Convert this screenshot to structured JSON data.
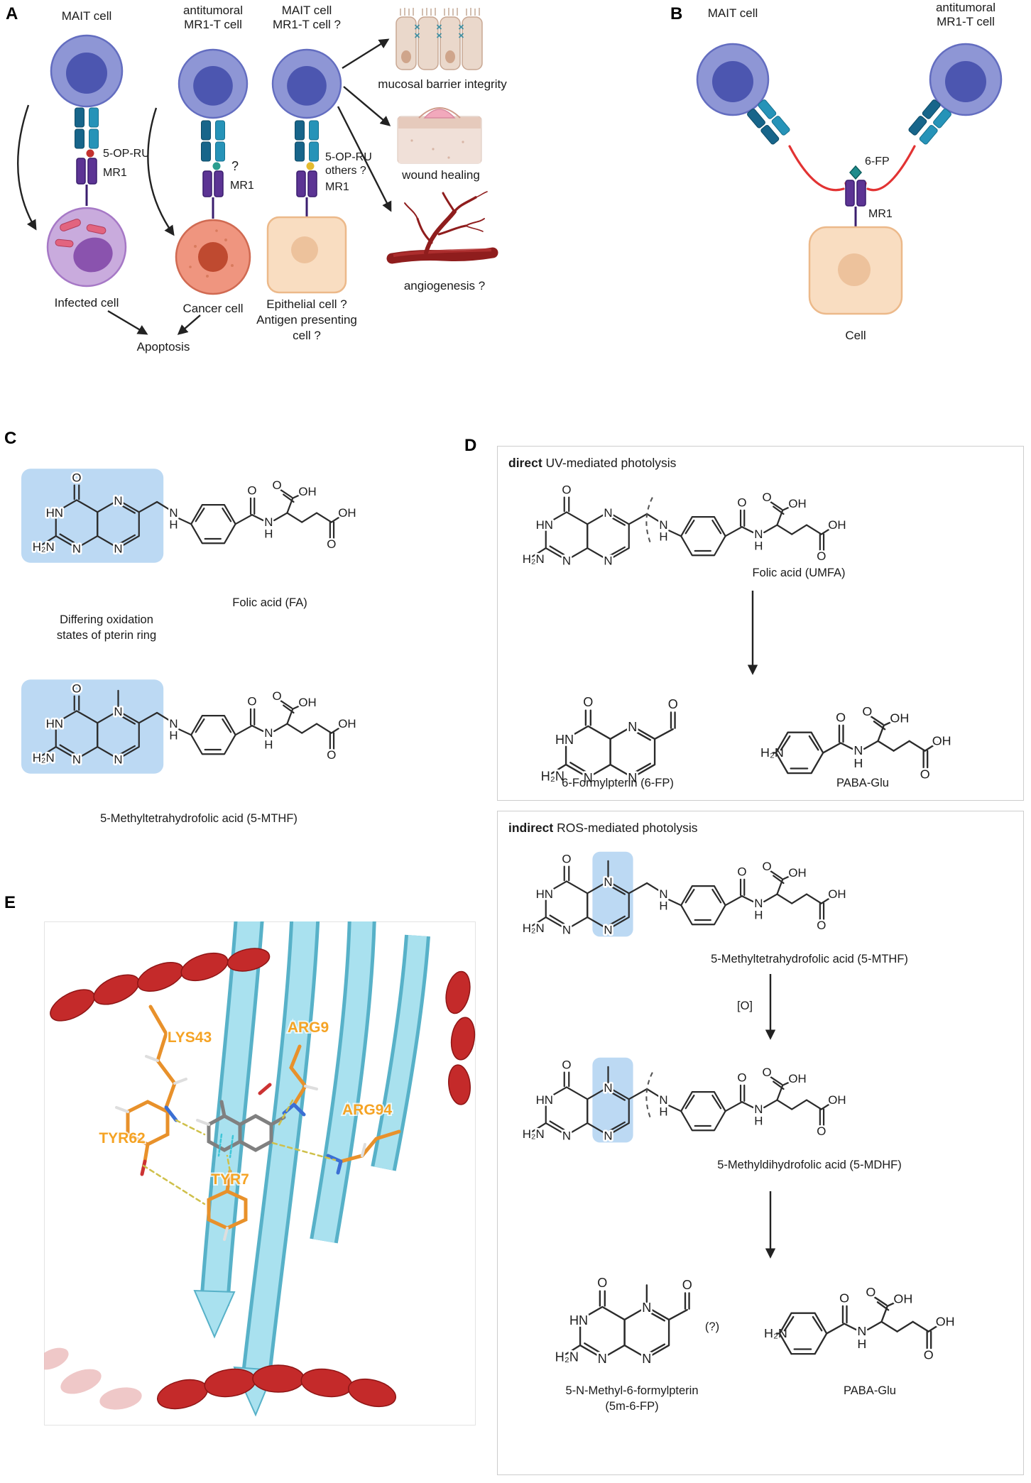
{
  "chem": {
    "labels": {
      "O": "O",
      "OH": "OH",
      "HN": "HN",
      "N": "N",
      "H": "H",
      "H2N": "H₂N"
    }
  },
  "panelA": {
    "label": "A",
    "col1": {
      "title": "MAIT cell",
      "ligand": "5-OP-RU",
      "mr1": "MR1",
      "target": "Infected cell"
    },
    "col2": {
      "title1": "antitumoral",
      "title2": "MR1-T cell",
      "ligand": "?",
      "mr1": "MR1",
      "target": "Cancer cell"
    },
    "col3": {
      "title1": "MAIT cell",
      "title2": "MR1-T cell ?",
      "ligand1": "5-OP-RU",
      "ligand2": "others ?",
      "mr1": "MR1",
      "target1": "Epithelial cell ?",
      "target2": "Antigen presenting",
      "target3": "cell ?"
    },
    "apoptosis": "Apoptosis",
    "outcome1": "mucosal barrier integrity",
    "outcome2": "wound healing",
    "outcome3": "angiogenesis ?"
  },
  "panelB": {
    "label": "B",
    "left_cell": "MAIT cell",
    "right1": "antitumoral",
    "right2": "MR1-T cell",
    "ligand": "6-FP",
    "mr1": "MR1",
    "cell": "Cell"
  },
  "panelC": {
    "label": "C",
    "fa_caption": "Folic acid (FA)",
    "note1": "Differing oxidation",
    "note2": "states of pterin ring",
    "mthf_caption": "5-Methyltetrahydrofolic acid (5-MTHF)"
  },
  "panelD": {
    "label": "D",
    "box1": {
      "t_bold": "direct",
      "t_rest": " UV-mediated photolysis",
      "umfa": "Folic acid (UMFA)",
      "fp6": "6-Formylpterin (6-FP)",
      "paba": "PABA-Glu"
    },
    "box2": {
      "t_bold": "indirect",
      "t_rest": " ROS-mediated photolysis",
      "mthf": "5-Methyltetrahydrofolic acid (5-MTHF)",
      "ox": "[O]",
      "mdhf": "5-Methyldihydrofolic acid (5-MDHF)",
      "q": "(?)",
      "prod1a": "5-N-Methyl-6-formylpterin",
      "prod1b": "(5m-6-FP)",
      "paba": "PABA-Glu"
    }
  },
  "panelE": {
    "label": "E",
    "residues": {
      "lys43": "LYS43",
      "arg9": "ARG9",
      "tyr62": "TYR62",
      "arg94": "ARG94",
      "tyr7": "TYR7"
    }
  }
}
